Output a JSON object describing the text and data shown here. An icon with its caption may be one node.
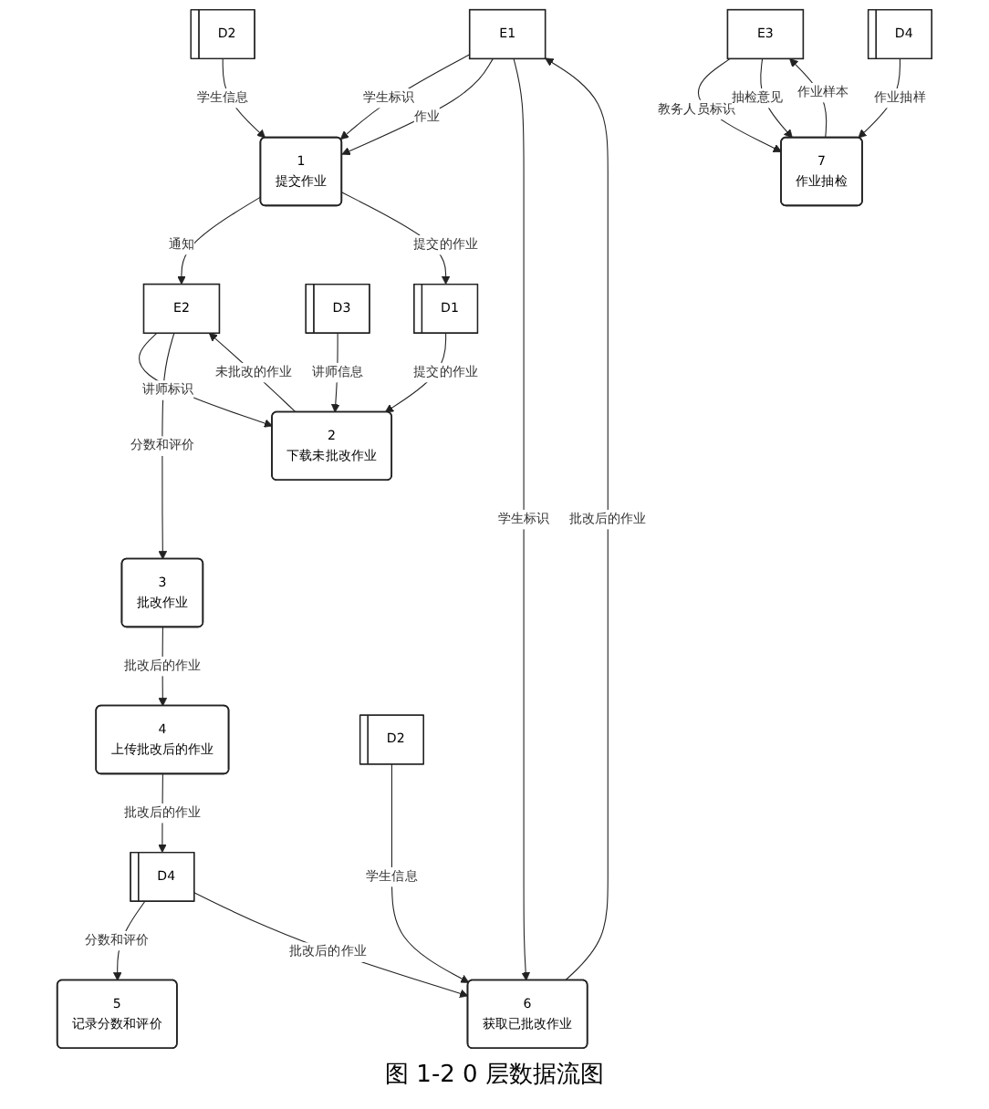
{
  "diagram": {
    "caption": "图 1-2 0 层数据流图",
    "nodes": [
      {
        "text": [
          "E1"
        ]
      },
      {
        "text": [
          "1",
          "提交作业"
        ]
      },
      {
        "text": [
          "D2"
        ]
      },
      {
        "text": [
          "D1"
        ]
      },
      {
        "text": [
          "D3"
        ]
      },
      {
        "text": [
          "2",
          "下载未批改作业"
        ]
      },
      {
        "text": [
          "E2"
        ]
      },
      {
        "text": [
          "4",
          "上传批改后的作业"
        ]
      },
      {
        "text": [
          "3",
          "批改作业"
        ]
      },
      {
        "text": [
          "D4"
        ]
      },
      {
        "text": [
          "5",
          "记录分数和评价"
        ]
      },
      {
        "text": [
          "D2"
        ]
      },
      {
        "text": [
          "6",
          "获取已批改作业"
        ]
      },
      {
        "text": [
          "E3"
        ]
      },
      {
        "text": [
          "7",
          "作业抽检"
        ]
      },
      {
        "text": [
          "D4"
        ]
      }
    ],
    "edges": [
      {
        "from": 0,
        "to": 1,
        "label": "学生标识",
        "arrow": "to"
      },
      {
        "from": 0,
        "to": 1,
        "label": "作业",
        "arrow": "to"
      },
      {
        "from": 2,
        "to": 1,
        "label": "学生信息",
        "arrow": "to"
      },
      {
        "from": 1,
        "to": 6,
        "label": "通知",
        "arrow": "to"
      },
      {
        "from": 1,
        "to": 3,
        "label": "提交的作业",
        "arrow": "to"
      },
      {
        "from": 3,
        "to": 5,
        "label": "提交的作业",
        "arrow": "to"
      },
      {
        "from": 6,
        "to": 5,
        "label": "讲师标识",
        "arrow": "to"
      },
      {
        "from": 4,
        "to": 5,
        "label": "讲师信息",
        "arrow": "to"
      },
      {
        "from": 5,
        "to": 6,
        "label": "未批改的作业",
        "arrow": "to"
      },
      {
        "from": 6,
        "to": 8,
        "label": "分数和评价",
        "arrow": "to"
      },
      {
        "from": 8,
        "to": 7,
        "label": "批改后的作业",
        "arrow": "to"
      },
      {
        "from": 7,
        "to": 9,
        "label": "批改后的作业",
        "arrow": "to"
      },
      {
        "from": 9,
        "to": 10,
        "label": "分数和评价",
        "arrow": "to"
      },
      {
        "from": 9,
        "to": 12,
        "label": "批改后的作业",
        "arrow": "to"
      },
      {
        "from": 0,
        "to": 12,
        "label": "学生标识",
        "arrow": "to"
      },
      {
        "from": 12,
        "to": 0,
        "label": "批改后的作业",
        "arrow": "to"
      },
      {
        "from": 11,
        "to": 12,
        "label": "学生信息",
        "arrow": "to"
      },
      {
        "from": 13,
        "to": 14,
        "label": "教务人员标识",
        "arrow": "to"
      },
      {
        "from": 13,
        "to": 14,
        "label": "抽检意见",
        "arrow": "to"
      },
      {
        "from": 14,
        "to": 13,
        "label": "作业样本",
        "arrow": "to"
      },
      {
        "from": 15,
        "to": 14,
        "label": "作业抽样",
        "arrow": "to"
      }
    ]
  }
}
